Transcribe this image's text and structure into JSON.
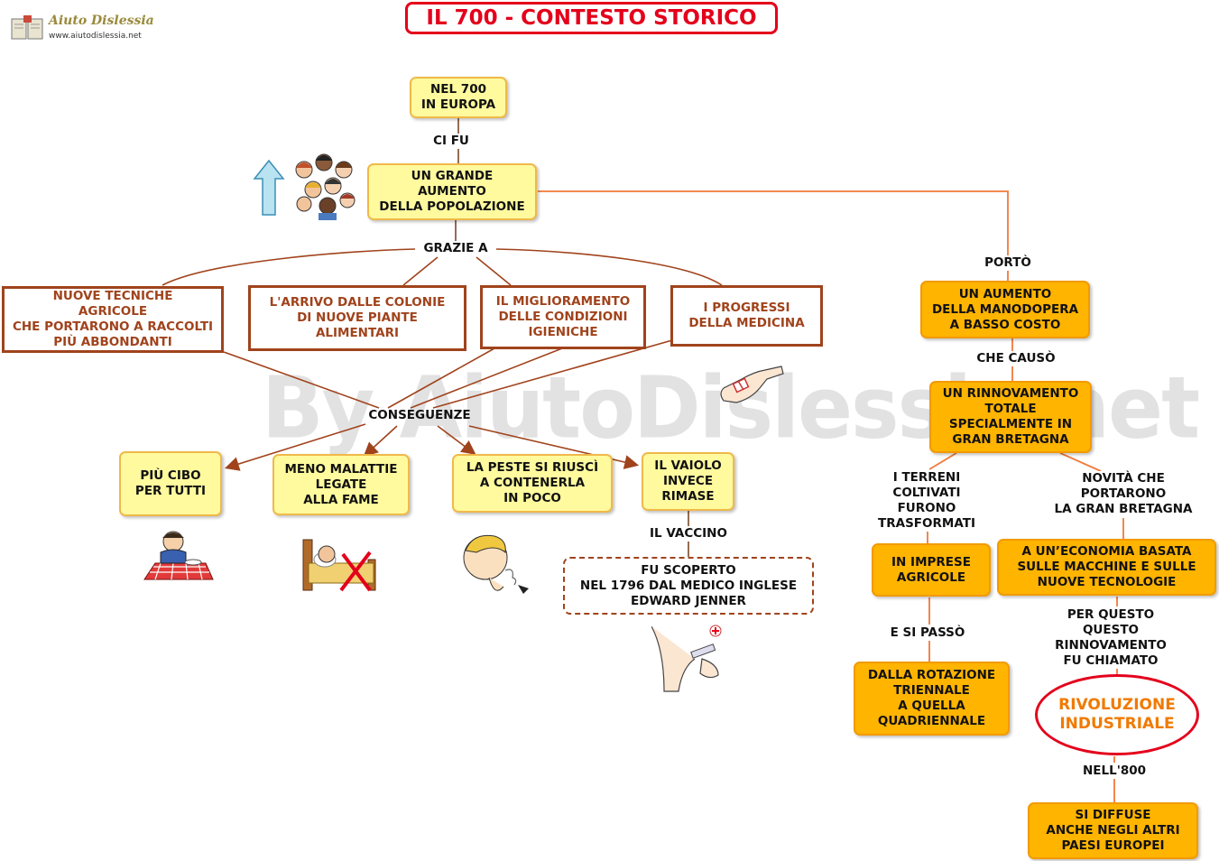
{
  "title": "IL 700 - CONTESTO STORICO",
  "watermark": "By AiutoDislessia.net",
  "logo": {
    "name": "Aiuto Dislessia",
    "url": "www.aiutodislessia.net"
  },
  "nodes": {
    "europa": "NEL 700\nIN EUROPA",
    "popolazione": "UN GRANDE\nAUMENTO\nDELLA POPOLAZIONE",
    "tecniche": "NUOVE TECNICHE\nAGRICOLE\nCHE PORTARONO A RACCOLTI\nPIÙ ABBONDANTI",
    "colonie": "L'ARRIVO DALLE COLONIE\nDI NUOVE PIANTE\nALIMENTARI",
    "igieniche": "IL MIGLIORAMENTO\nDELLE CONDIZIONI\nIGIENICHE",
    "medicina": "I PROGRESSI\nDELLA MEDICINA",
    "cibo": "PIÙ CIBO\nPER TUTTI",
    "malattie": "MENO MALATTIE\nLEGATE\nALLA FAME",
    "peste": "LA PESTE SI RIUSCÌ\nA CONTENERLA\nIN POCO",
    "vaiolo": "IL VAIOLO\nINVECE\nRIMASE",
    "jenner": "FU SCOPERTO\nNEL 1796 DAL MEDICO INGLESE\nEDWARD JENNER",
    "manodopera": "UN AUMENTO\nDELLA MANODOPERA\nA BASSO COSTO",
    "rinnovamento": "UN RINNOVAMENTO\nTOTALE\nSPECIALMENTE IN\nGRAN BRETAGNA",
    "imprese": "IN  IMPRESE\nAGRICOLE",
    "economia": "A  UN’ECONOMIA  BASATA\nSULLE  MACCHINE  E  SULLE\nNUOVE  TECNOLOGIE",
    "rotazione": "DALLA  ROTAZIONE\nTRIENNALE\nA QUELLA\nQUADRIENNALE",
    "rivoluzione": "RIVOLUZIONE\nINDUSTRIALE",
    "diffuse": "SI DIFFUSE\nANCHE NEGLI ALTRI\nPAESI EUROPEI"
  },
  "labels": {
    "ci_fu": "CI FU",
    "grazie_a": "GRAZIE A",
    "conseguenze": "CONSEGUENZE",
    "il_vaccino": "IL VACCINO",
    "porto": "PORTÒ",
    "che_causo": "CHE CAUSÒ",
    "terreni": "I TERRENI\nCOLTIVATI\nFURONO\nTRASFORMATI",
    "novita": "NOVITÀ CHE\nPORTARONO\nLA  GRAN  BRETAGNA",
    "si_passo": "E SI PASSÒ",
    "per_questo": "PER QUESTO\nQUESTO\nRINNOVAMENTO\nFU CHIAMATO",
    "nell_800": "NELL'800"
  },
  "colors": {
    "title_red": "#e4001b",
    "brown": "#a0431c",
    "connector_orange": "#f07a3a",
    "yellow_fill": "#fffa9e",
    "orange_fill": "#ffb400"
  },
  "icons": [
    "books-logo-icon",
    "up-arrow-icon",
    "people-group-icon",
    "hand-bandage-icon",
    "eating-person-icon",
    "sick-in-bed-icon",
    "sneezing-child-icon",
    "vaccine-syringe-icon"
  ]
}
